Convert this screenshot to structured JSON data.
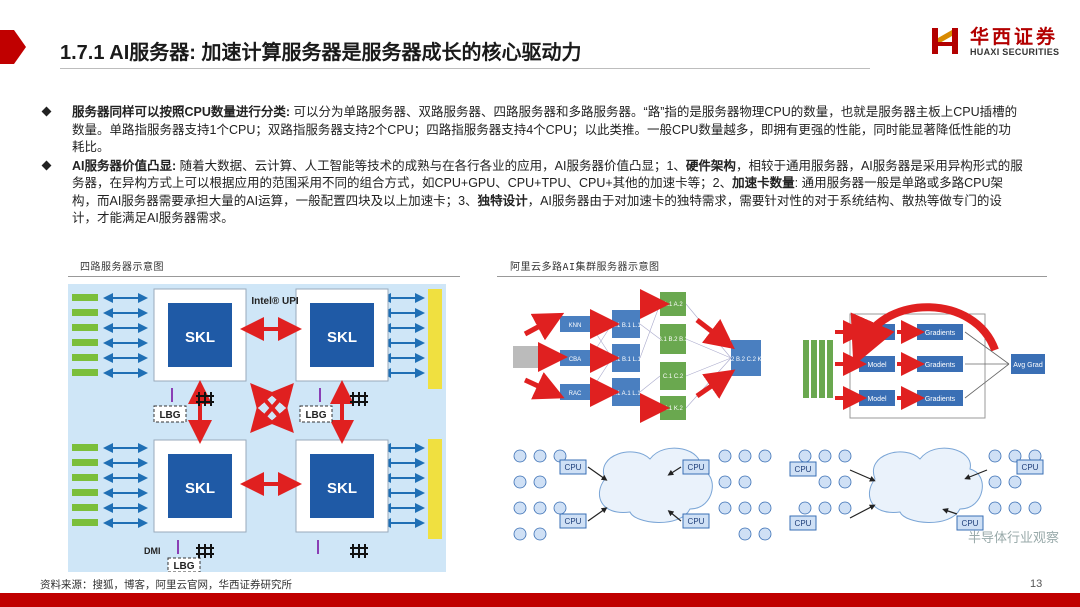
{
  "header": {
    "title": "1.7.1 AI服务器: 加速计算服务器是服务器成长的核心驱动力",
    "logo_cn": "华西证券",
    "logo_en": "HUAXI SECURITIES"
  },
  "bullets": [
    {
      "lead": "服务器同样可以按照CPU数量进行分类:",
      "text": " 可以分为单路服务器、双路服务器、四路服务器和多路服务器。“路”指的是服务器物理CPU的数量，也就是服务器主板上CPU插槽的数量。单路指服务器支持1个CPU；双路指服务器支持2个CPU；四路指服务器支持4个CPU；以此类推。一般CPU数量越多，即拥有更强的性能，同时能显著降低性能的功耗比。"
    },
    {
      "lead": "AI服务器价值凸显:",
      "text1": " 随着大数据、云计算、人工智能等技术的成熟与在各行各业的应用，AI服务器价值凸显；1、",
      "bold1": "硬件架构",
      "text2": "，相较于通用服务器，AI服务器是采用异构形式的服务器，在异构方式上可以根据应用的范围采用不同的组合方式，如CPU+GPU、CPU+TPU、CPU+其他的加速卡等；2、",
      "bold2": "加速卡数量",
      "text3": ": 通用服务器一般是单路或多路CPU架构，而AI服务器需要承担大量的AI运算，一般配置四块及以上加速卡；3、",
      "bold3": "独特设计",
      "text4": "，AI服务器由于对加速卡的独特需求，需要针对性的对于系统结构、散热等做专门的设计，才能满足AI服务器需求。"
    }
  ],
  "figures": {
    "left_caption": "四路服务器示意图",
    "right_caption": "阿里云多路AI集群服务器示意图",
    "left": {
      "cpu_label": "SKL",
      "upi_label": "Intel® UPI",
      "lbg_label": "LBG",
      "dmi_label": "DMI"
    },
    "right": {
      "nodes_left": [
        "KNN",
        "CBA",
        "RAC"
      ],
      "nodes_mid": [
        "K.1 B.1 L.1",
        "C.1 B.1 L.1",
        "K.1 A.1 L.1"
      ],
      "nodes_green": [
        "A.1 A.2",
        "B.1 B.2 B.3",
        "C.1 C.2",
        "K.1 K.2"
      ],
      "nodes_out": [
        "A.2 B.2 C.2 K.2"
      ],
      "model_label": "Model",
      "gradients_label": "Gradients",
      "avg_label": "Avg Grad",
      "cpu_label": "CPU"
    }
  },
  "footer": {
    "source": "资料来源：搜狐，博客，阿里云官网，华西证券研究所",
    "page": "13",
    "watermark": "半导体行业观察"
  },
  "colors": {
    "brand_red": "#c00000",
    "chip_blue": "#1f5aa6",
    "board_blue": "#cfe6f7",
    "arrow_red": "#e02020"
  }
}
